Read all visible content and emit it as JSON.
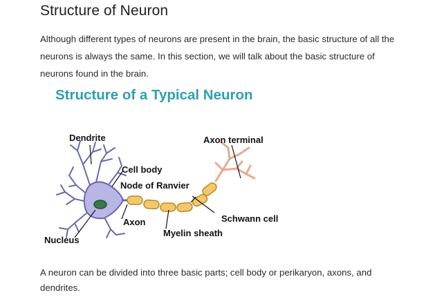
{
  "section": {
    "heading": "Structure of Neuron",
    "intro": "Although different types of neurons are present in the brain, the basic structure of all the neurons is always the same. In this section, we will talk about the basic structure of neurons found in the brain.",
    "outro": "A neuron can be divided into three basic parts; cell body or perikaryon, axons, and dendrites."
  },
  "figure": {
    "title": "Structure of a Typical Neuron",
    "labels": {
      "dendrite": "Dendrite",
      "axon_terminal": "Axon terminal",
      "cell_body": "Cell body",
      "node_of_ranvier": "Node of Ranvier",
      "axon": "Axon",
      "schwann_cell": "Schwann cell",
      "myelin_sheath": "Myelin sheath",
      "nucleus": "Nucleus"
    },
    "colors": {
      "title": "#2e9fb0",
      "cell_body": "#b9b6e6",
      "cell_outline": "#6b68b0",
      "nucleus": "#3a7a4a",
      "myelin": "#f2c86b",
      "myelin_outline": "#b88a2a",
      "axon_terminal": "#e7a98f"
    }
  }
}
